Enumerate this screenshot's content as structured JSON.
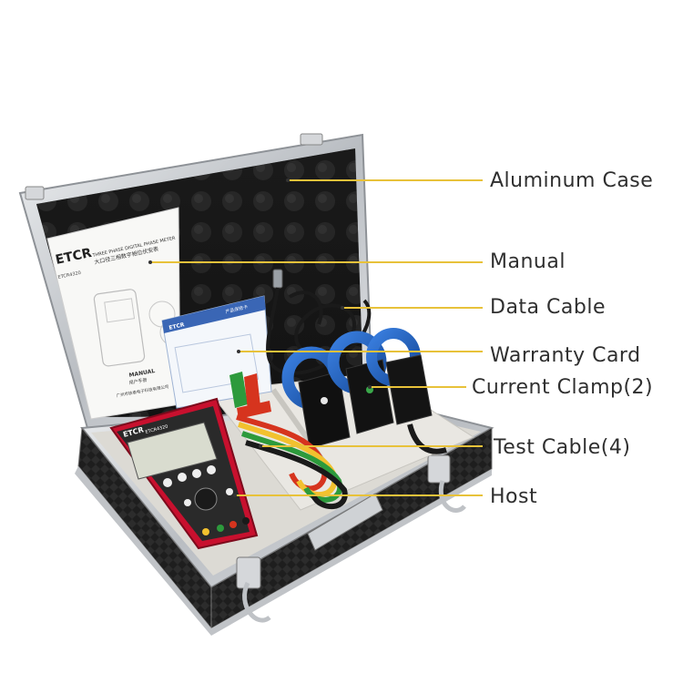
{
  "brand_logo": "ETCR",
  "model": "ETCR4320",
  "manual": {
    "brand": "ETCR",
    "title_en": "THREE PHASE DIGITAL PHASE METER",
    "title_cn": "大口径三相数字相位伏安表",
    "model": "ETCR4320",
    "heading_en": "MANUAL",
    "heading_cn": "用户手册",
    "company": "广州市铱泰电子科技有限公司"
  },
  "warranty_card": {
    "brand": "ETCR",
    "title": "产品保修卡"
  },
  "callouts": [
    {
      "label": "Aluminum Case"
    },
    {
      "label": "Manual"
    },
    {
      "label": "Data Cable"
    },
    {
      "label": "Warranty Card"
    },
    {
      "label": "Current Clamp(2)"
    },
    {
      "label": "Test Cable(4)"
    },
    {
      "label": "Host"
    }
  ],
  "colors": {
    "case_frame": "#c9ccd0",
    "case_dark": "#1b1b1b",
    "foam": "#161616",
    "tray": "#e9e7e2",
    "clamp_blue": "#1f5fbf",
    "meter_red": "#c8102e",
    "leader_line": "#e8c23a",
    "label_text": "#2f2f2f"
  }
}
